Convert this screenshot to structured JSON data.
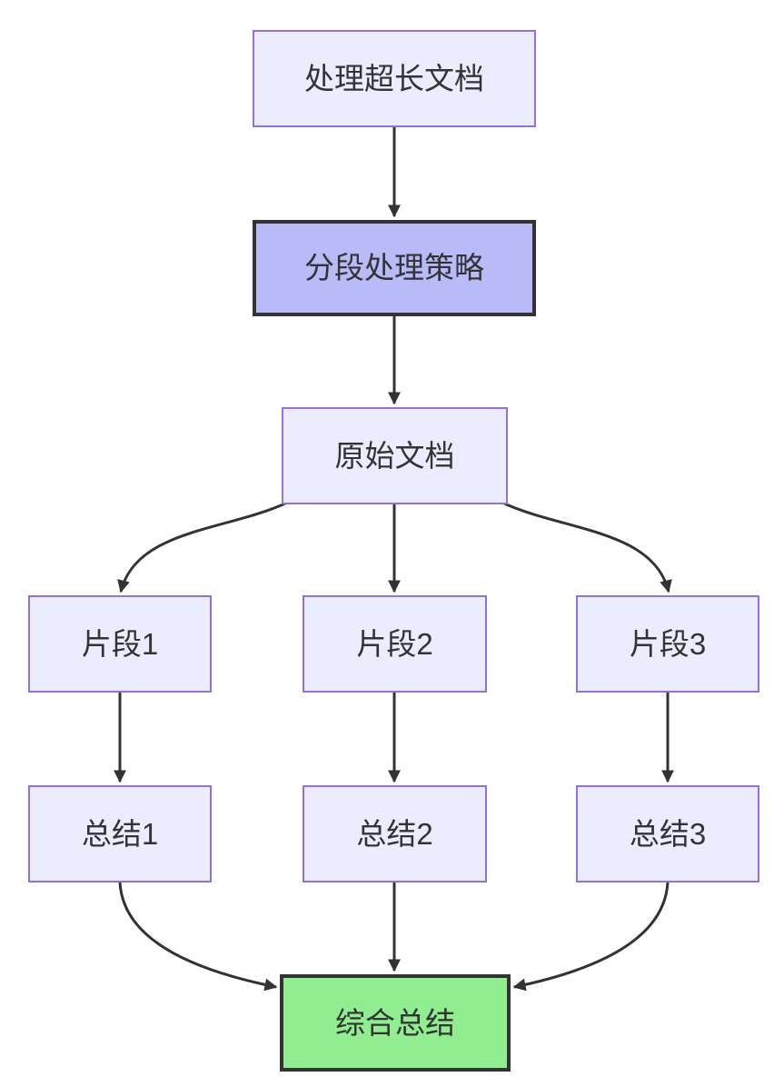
{
  "diagram": {
    "type": "flowchart",
    "direction": "top-down",
    "nodes": [
      {
        "id": "A",
        "label": "处理超长文档",
        "style": "default"
      },
      {
        "id": "B",
        "label": "分段处理策略",
        "style": "strategy"
      },
      {
        "id": "C",
        "label": "原始文档",
        "style": "default"
      },
      {
        "id": "D1",
        "label": "片段1",
        "style": "default"
      },
      {
        "id": "D2",
        "label": "片段2",
        "style": "default"
      },
      {
        "id": "D3",
        "label": "片段3",
        "style": "default"
      },
      {
        "id": "E1",
        "label": "总结1",
        "style": "default"
      },
      {
        "id": "E2",
        "label": "总结2",
        "style": "default"
      },
      {
        "id": "E3",
        "label": "总结3",
        "style": "default"
      },
      {
        "id": "F",
        "label": "综合总结",
        "style": "result"
      }
    ],
    "edges": [
      {
        "from": "处理超长文档",
        "to": "分段处理策略"
      },
      {
        "from": "分段处理策略",
        "to": "原始文档"
      },
      {
        "from": "原始文档",
        "to": "片段1"
      },
      {
        "from": "原始文档",
        "to": "片段2"
      },
      {
        "from": "原始文档",
        "to": "片段3"
      },
      {
        "from": "片段1",
        "to": "总结1"
      },
      {
        "from": "片段2",
        "to": "总结2"
      },
      {
        "from": "片段3",
        "to": "总结3"
      },
      {
        "from": "总结1",
        "to": "综合总结"
      },
      {
        "from": "总结2",
        "to": "综合总结"
      },
      {
        "from": "总结3",
        "to": "综合总结"
      }
    ],
    "colors": {
      "background": "#FFFFFF",
      "default_fill": "#ECECFF",
      "default_border": "#9370DB",
      "strategy_fill": "#B8BBF8",
      "strategy_border": "#333333",
      "result_fill": "#90EE90",
      "result_border": "#333333",
      "edge": "#333333",
      "text": "#333333"
    }
  }
}
